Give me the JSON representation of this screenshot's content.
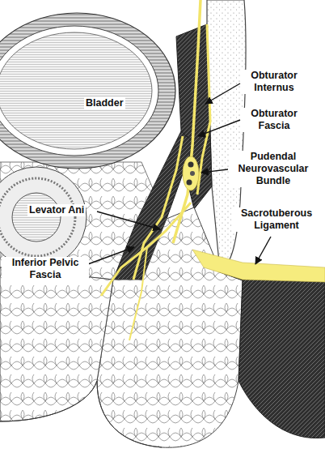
{
  "diagram": {
    "labels": [
      "Bladder",
      "Obturator Internus",
      "Obturator Fascia",
      "Levator Ani",
      "Pudendal Neurovascular Bundle",
      "Inferior Pelvic Fascia",
      "Sacrotuberous Ligament"
    ]
  }
}
